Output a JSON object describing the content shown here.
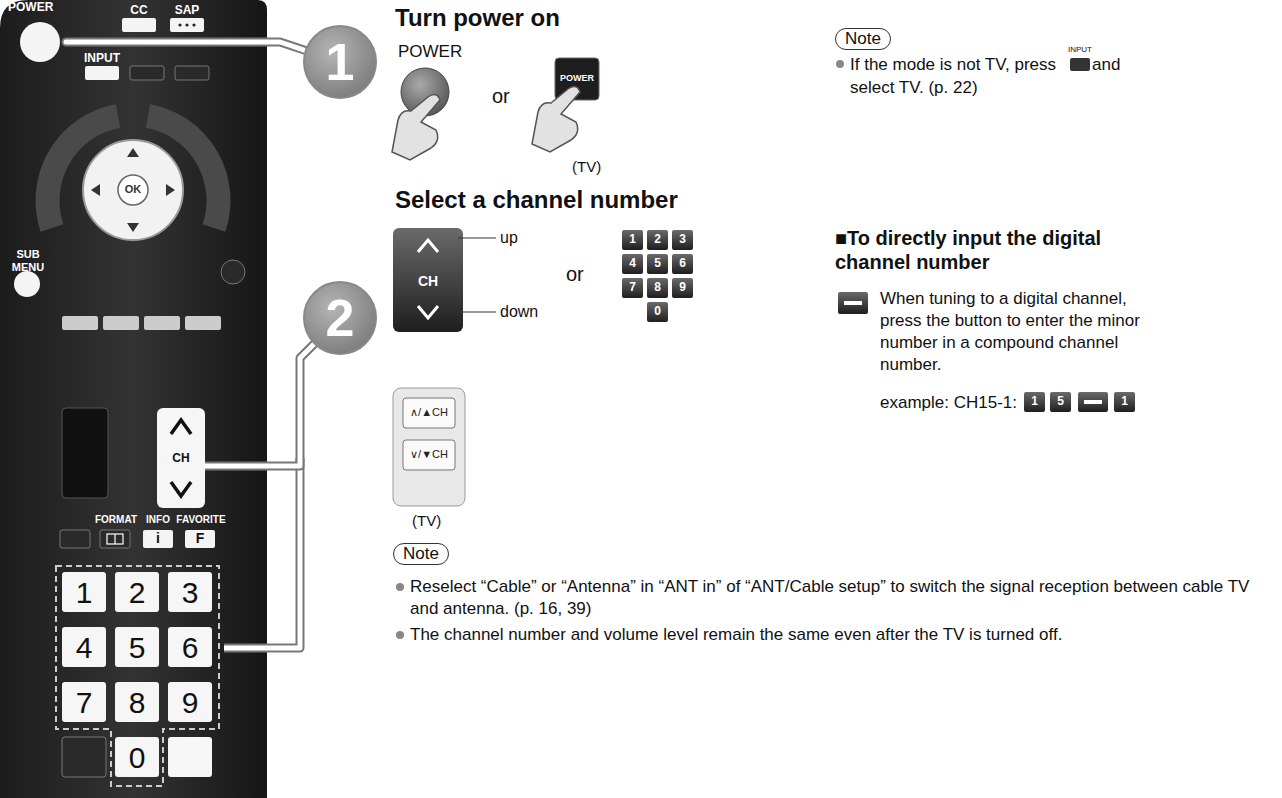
{
  "diagram": {
    "nodes": [
      {
        "text": [
          "POWER"
        ]
      },
      {
        "text": [
          "1"
        ]
      },
      {
        "text": [
          "CH"
        ]
      },
      {
        "text": [
          "2"
        ]
      }
    ],
    "edges": [
      {
        "from": 1,
        "to": 0,
        "arrow": "none"
      },
      {
        "from": 3,
        "to": 2,
        "arrow": "none"
      }
    ],
    "labels": [
      "CC",
      "SAP",
      "INPUT",
      "SUB MENU",
      "FORMAT",
      "INFO",
      "FAVORITE",
      "i",
      "F",
      "1",
      "2",
      "3",
      "4",
      "5",
      "6",
      "7",
      "8",
      "9",
      "0",
      "Turn power on",
      "POWER",
      "or",
      "POWER",
      "(TV)",
      "Note",
      "If the mode is not TV, press",
      "INPUT",
      "and",
      "select TV. (p. 22)",
      "Select a channel number",
      "CH",
      "up",
      "down",
      "or",
      "1",
      "2",
      "3",
      "4",
      "5",
      "6",
      "7",
      "8",
      "9",
      "0",
      "∧/▲CH",
      "∨/▼CH",
      "(TV)",
      "■To directly input the digital channel number",
      "When tuning to a digital channel, press the button to enter the minor number in a compound channel number.",
      "example: CH15-1:",
      "1",
      "5",
      "1",
      "Note",
      "Reselect “Cable” or “Antenna” in “ANT in” of “ANT/Cable setup” to switch the signal reception between cable TV and antenna. (p. 16, 39)",
      "The channel number and volume level remain the same even after the TV is turned off.",
      "OK"
    ]
  }
}
